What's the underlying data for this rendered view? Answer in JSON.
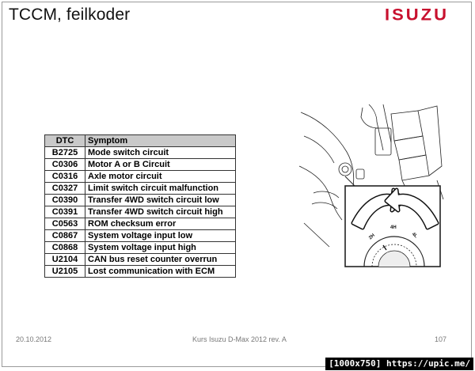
{
  "slide": {
    "title": "TCCM, feilkoder",
    "logo_text": "ISUZU",
    "brand_color": "#c8102e"
  },
  "table": {
    "headers": [
      "DTC",
      "Symptom"
    ],
    "rows": [
      {
        "code": "B2725",
        "symptom": "Mode switch circuit"
      },
      {
        "code": "C0306",
        "symptom": "Motor A or B Circuit"
      },
      {
        "code": "C0316",
        "symptom": "Axle motor circuit"
      },
      {
        "code": "C0327",
        "symptom": "Limit switch circuit malfunction"
      },
      {
        "code": "C0390",
        "symptom": "Transfer 4WD switch circuit low"
      },
      {
        "code": "C0391",
        "symptom": "Transfer 4WD switch circuit high"
      },
      {
        "code": "C0563",
        "symptom": "ROM checksum error"
      },
      {
        "code": "C0867",
        "symptom": "System voltage input low"
      },
      {
        "code": "C0868",
        "symptom": "System voltage input high"
      },
      {
        "code": "U2104",
        "symptom": "CAN bus reset counter overrun"
      },
      {
        "code": "U2105",
        "symptom": "Lost communication with ECM"
      }
    ]
  },
  "diagram": {
    "dial_labels": [
      "2H",
      "4H",
      "4L"
    ]
  },
  "footer": {
    "date": "20.10.2012",
    "course": "Kurs Isuzu D-Max 2012 rev. A",
    "page": "107"
  },
  "watermark": "[1000x750] https://upic.me/"
}
